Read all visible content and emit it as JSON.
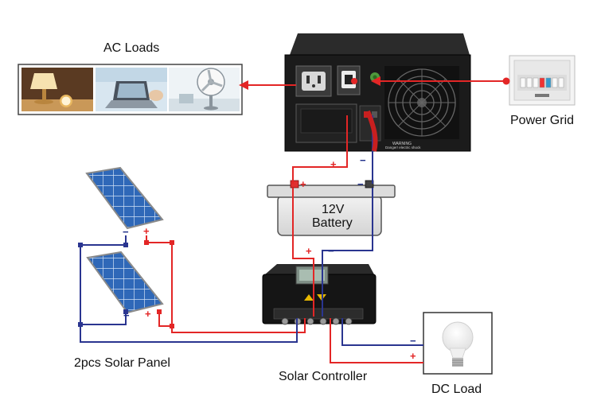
{
  "labels": {
    "ac_loads": "AC Loads",
    "power_grid": "Power Grid",
    "battery_line1": "12V",
    "battery_line2": "Battery",
    "solar_panels": "2pcs Solar Panel",
    "solar_controller": "Solar Controller",
    "dc_load": "DC Load"
  },
  "inverter_panel_text": {
    "warning_title": "WARNING",
    "warning_text": "Danger! electric shock"
  },
  "polarity": {
    "plus": "+",
    "minus": "−"
  },
  "colors": {
    "positive_wire": "#e32626",
    "negative_wire": "#2a3590",
    "inverter_body": "#1b1b1b",
    "battery_case": "#e6e6e6",
    "panel_cell": "#2f68b8",
    "controller_body": "#151515"
  }
}
